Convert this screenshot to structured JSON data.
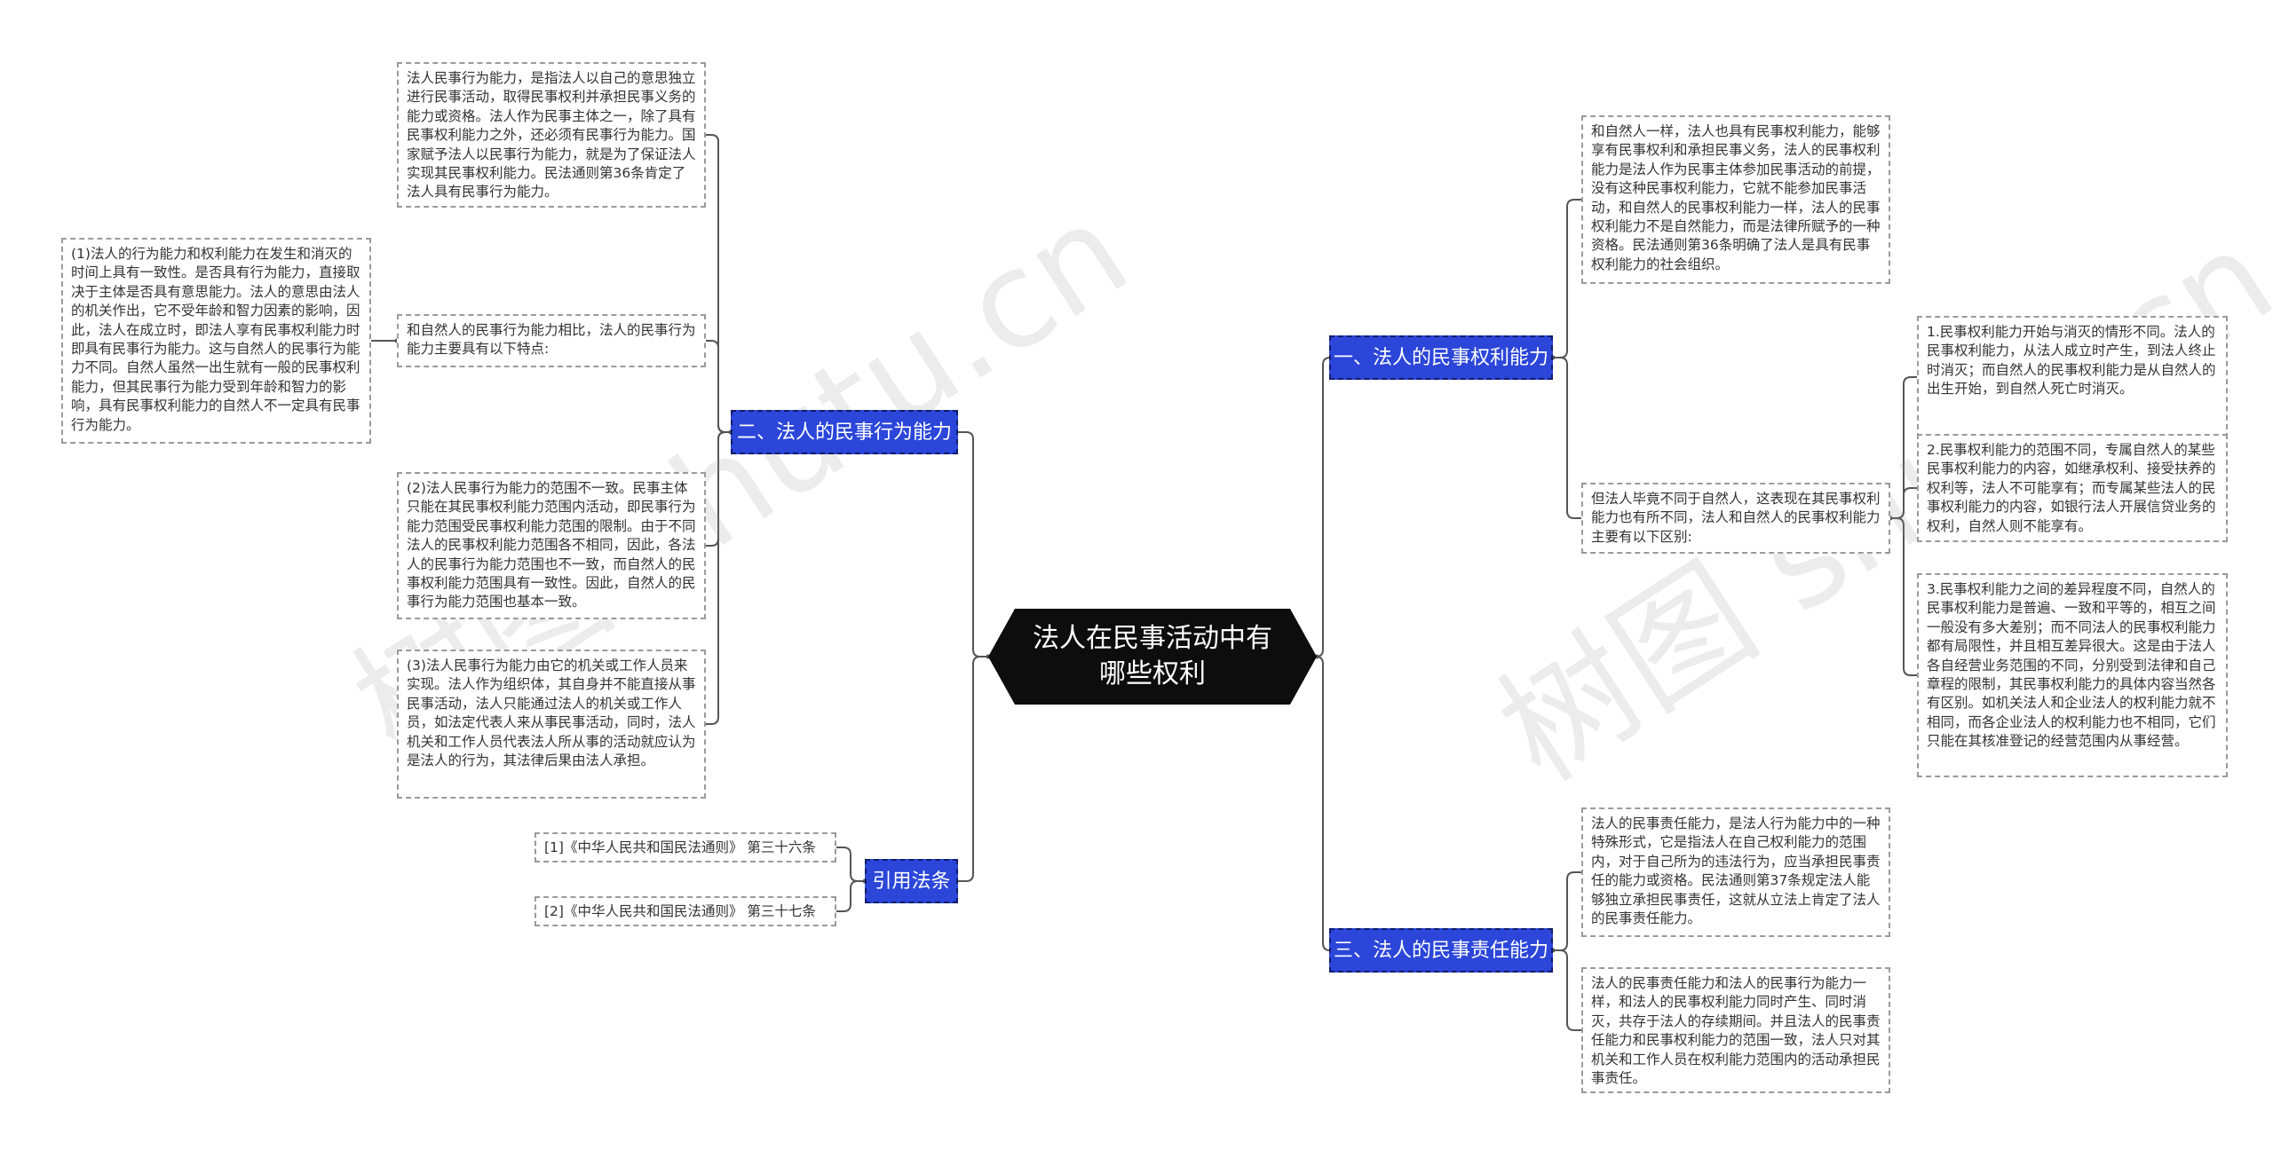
{
  "root": {
    "title": "法人在民事活动中有哪些权利"
  },
  "watermark": "树图 shutu.cn",
  "branches": {
    "b1": "一、法人的民事权利能力",
    "b2": "二、法人的民事行为能力",
    "b3": "三、法人的民事责任能力",
    "b4": "引用法条"
  },
  "leaves": {
    "r1": "和自然人一样，法人也具有民事权利能力，能够享有民事权利和承担民事义务，法人的民事权利能力是法人作为民事主体参加民事活动的前提，没有这种民事权利能力，它就不能参加民事活动，和自然人的民事权利能力一样，法人的民事权利能力不是自然能力，而是法律所赋予的一种资格。民法通则第36条明确了法人是具有民事权利能力的社会组织。",
    "r2": "但法人毕竟不同于自然人，这表现在其民事权利能力也有所不同，法人和自然人的民事权利能力主要有以下区别:",
    "r2a": "1.民事权利能力开始与消灭的情形不同。法人的民事权利能力，从法人成立时产生，到法人终止时消灭；而自然人的民事权利能力是从自然人的出生开始，到自然人死亡时消灭。",
    "r2b": "2.民事权利能力的范围不同，专属自然人的某些民事权利能力的内容，如继承权利、接受扶养的权利等，法人不可能享有；而专属某些法人的民事权利能力的内容，如银行法人开展信贷业务的权利，自然人则不能享有。",
    "r2c": "3.民事权利能力之间的差异程度不同，自然人的民事权利能力是普遍、一致和平等的，相互之间一般没有多大差别；而不同法人的民事权利能力都有局限性，并且相互差异很大。这是由于法人各自经营业务范围的不同，分别受到法律和自己章程的限制，其民事权利能力的具体内容当然各有区别。如机关法人和企业法人的权利能力就不相同，而各企业法人的权利能力也不相同，它们只能在其核准登记的经营范围内从事经营。",
    "r3": "法人的民事责任能力，是法人行为能力中的一种特殊形式，它是指法人在自己权利能力的范围内，对于自己所为的违法行为，应当承担民事责任的能力或资格。民法通则第37条规定法人能够独立承担民事责任，这就从立法上肯定了法人的民事责任能力。",
    "r4": "法人的民事责任能力和法人的民事行为能力一样，和法人的民事权利能力同时产生、同时消灭，共存于法人的存续期间。并且法人的民事责任能力和民事权利能力的范围一致，法人只对其机关和工作人员在权利能力范围内的活动承担民事责任。",
    "l1": "法人民事行为能力，是指法人以自己的意思独立进行民事活动，取得民事权利并承担民事义务的能力或资格。法人作为民事主体之一，除了具有民事权利能力之外，还必须有民事行为能力。国家赋予法人以民事行为能力，就是为了保证法人实现其民事权利能力。民法通则第36条肯定了法人具有民事行为能力。",
    "l2": "和自然人的民事行为能力相比，法人的民事行为能力主要具有以下特点:",
    "l2a": "(1)法人的行为能力和权利能力在发生和消灭的时间上具有一致性。是否具有行为能力，直接取决于主体是否具有意思能力。法人的意思由法人的机关作出，它不受年龄和智力因素的影响，因此，法人在成立时，即法人享有民事权利能力时即具有民事行为能力。这与自然人的民事行为能力不同。自然人虽然一出生就有一般的民事权利能力，但其民事行为能力受到年龄和智力的影响，具有民事权利能力的自然人不一定具有民事行为能力。",
    "l3": "(2)法人民事行为能力的范围不一致。民事主体只能在其民事权利能力范围内活动，即民事行为能力范围受民事权利能力范围的限制。由于不同法人的民事权利能力范围各不相同，因此，各法人的民事行为能力范围也不一致，而自然人的民事权利能力范围具有一致性。因此，自然人的民事行为能力范围也基本一致。",
    "l4": "(3)法人民事行为能力由它的机关或工作人员来实现。法人作为组织体，其自身并不能直接从事民事活动，法人只能通过法人的机关或工作人员，如法定代表人来从事民事活动，同时，法人机关和工作人员代表法人所从事的活动就应认为是法人的行为，其法律后果由法人承担。",
    "ref1": "[1]《中华人民共和国民法通则》 第三十六条",
    "ref2": "[2]《中华人民共和国民法通则》 第三十七条"
  },
  "colors": {
    "branch": "#2b46d9",
    "root": "#0d0d0d",
    "line": "#555555",
    "leaf_border": "#9a9a9a"
  }
}
